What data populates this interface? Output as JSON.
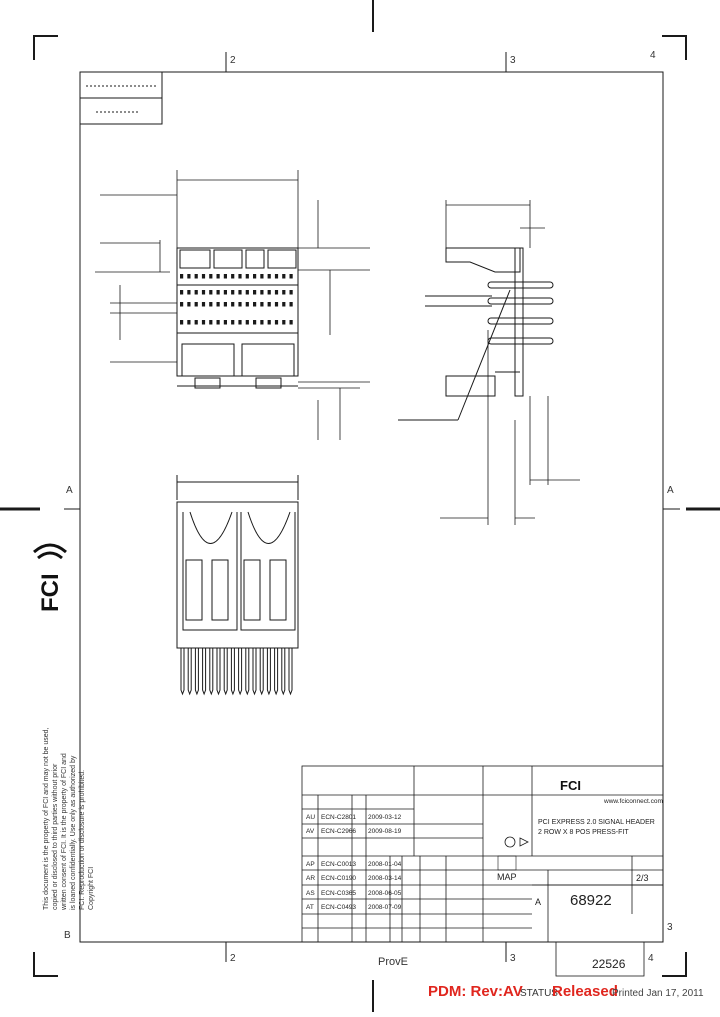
{
  "sheet": {
    "zone_columns_top": [
      "2",
      "3",
      "4"
    ],
    "zone_columns_bottom": [
      "2",
      "3",
      "4"
    ],
    "zone_rows_left": [
      "A",
      "B"
    ],
    "zone_rows_right": [
      "A",
      "3"
    ],
    "logo_text": "FCI"
  },
  "notice_vertical": [
    "This document is the property of FCI and may not be used,",
    "copied or disclosed to third parties without prior",
    "written consent of FCI. It is the property of FCI and",
    "is loaned confidentially. Use only as authorized by",
    "FCI. Reproduction or disclosure is prohibited.",
    "Copyright FCI"
  ],
  "title_block": {
    "company": "www.fciconnect.com",
    "description_line1": "PCI EXPRESS 2.0 SIGNAL HEADER",
    "description_line2": "2 ROW X 8 POS PRESS-FIT",
    "part_number": "68922",
    "sheet": "2/3",
    "size": "A",
    "drawing_code": "22526",
    "scale": "MAP"
  },
  "revisions": [
    {
      "rev": "AV",
      "ecn": "ECN-C2966",
      "date": "2009-08-19"
    },
    {
      "rev": "AU",
      "ecn": "ECN-C2801",
      "date": "2009-03-12"
    },
    {
      "rev": "AP",
      "ecn": "ECN-C0013",
      "date": "2008-01-04"
    },
    {
      "rev": "AR",
      "ecn": "ECN-C0190",
      "date": "2008-03-14"
    },
    {
      "rev": "AS",
      "ecn": "ECN-C0365",
      "date": "2008-06-05"
    },
    {
      "rev": "AT",
      "ecn": "ECN-C0493",
      "date": "2008-07-09"
    }
  ],
  "footer": {
    "prove_label": "ProvE",
    "pdm_label": "PDM: Rev:AV",
    "status_label": "STATUS",
    "status_value": "Released",
    "printed": "Printed Jan 17, 2011"
  },
  "colors": {
    "line": "#1a1a1a",
    "accent_red": "#e0261e"
  }
}
